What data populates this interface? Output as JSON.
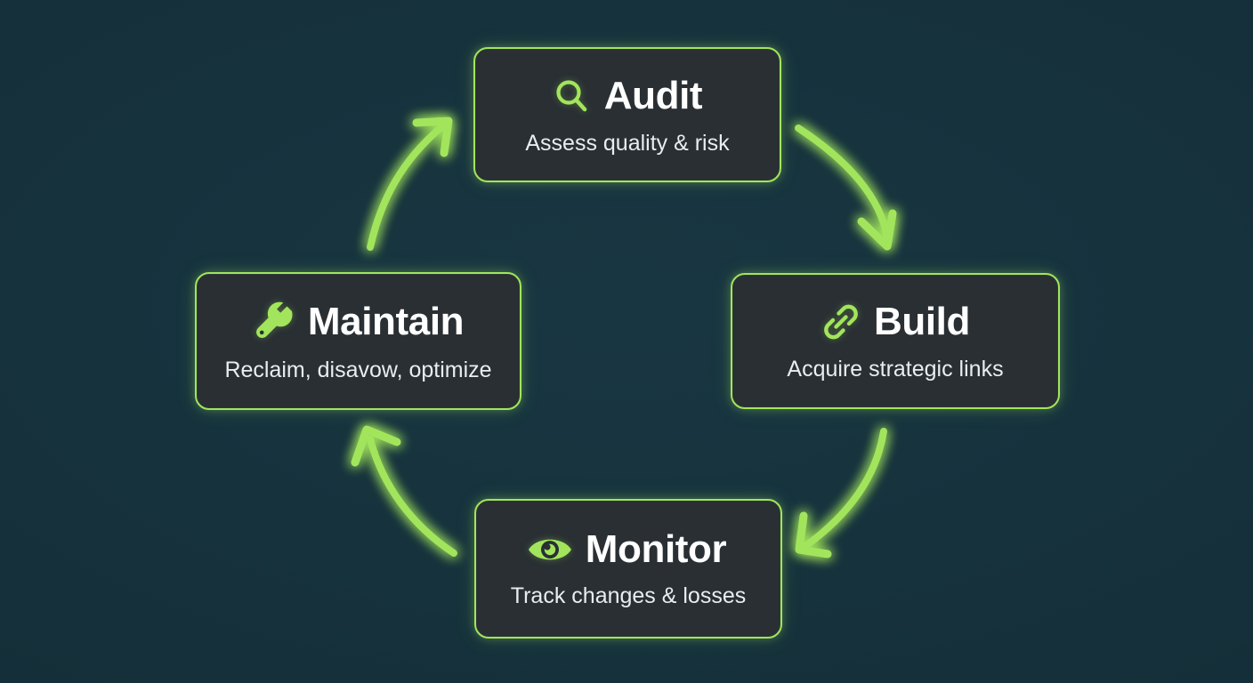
{
  "diagram": {
    "title": "Backlink lifecycle cycle",
    "type": "cycle-diagram",
    "background_color": "#15303a",
    "accent_color": "#a2e55c",
    "card_fill_color": "#292f33",
    "title_text_color": "#ffffff",
    "subtitle_text_color": "#e8edf0",
    "steps": [
      {
        "id": "audit",
        "title": "Audit",
        "subtitle": "Assess quality & risk",
        "icon": "magnifier-icon",
        "position": "top"
      },
      {
        "id": "build",
        "title": "Build",
        "subtitle": "Acquire strategic links",
        "icon": "chain-link-icon",
        "position": "right"
      },
      {
        "id": "monitor",
        "title": "Monitor",
        "subtitle": "Track changes & losses",
        "icon": "eye-icon",
        "position": "bottom"
      },
      {
        "id": "maintain",
        "title": "Maintain",
        "subtitle": "Reclaim, disavow, optimize",
        "icon": "wrench-icon",
        "position": "left"
      }
    ],
    "arrows": [
      {
        "id": "audit-to-build",
        "from": "audit",
        "to": "build",
        "direction": "clockwise"
      },
      {
        "id": "build-to-monitor",
        "from": "build",
        "to": "monitor",
        "direction": "clockwise"
      },
      {
        "id": "monitor-to-maintain",
        "from": "monitor",
        "to": "maintain",
        "direction": "clockwise"
      },
      {
        "id": "maintain-to-audit",
        "from": "maintain",
        "to": "audit",
        "direction": "clockwise"
      }
    ]
  }
}
